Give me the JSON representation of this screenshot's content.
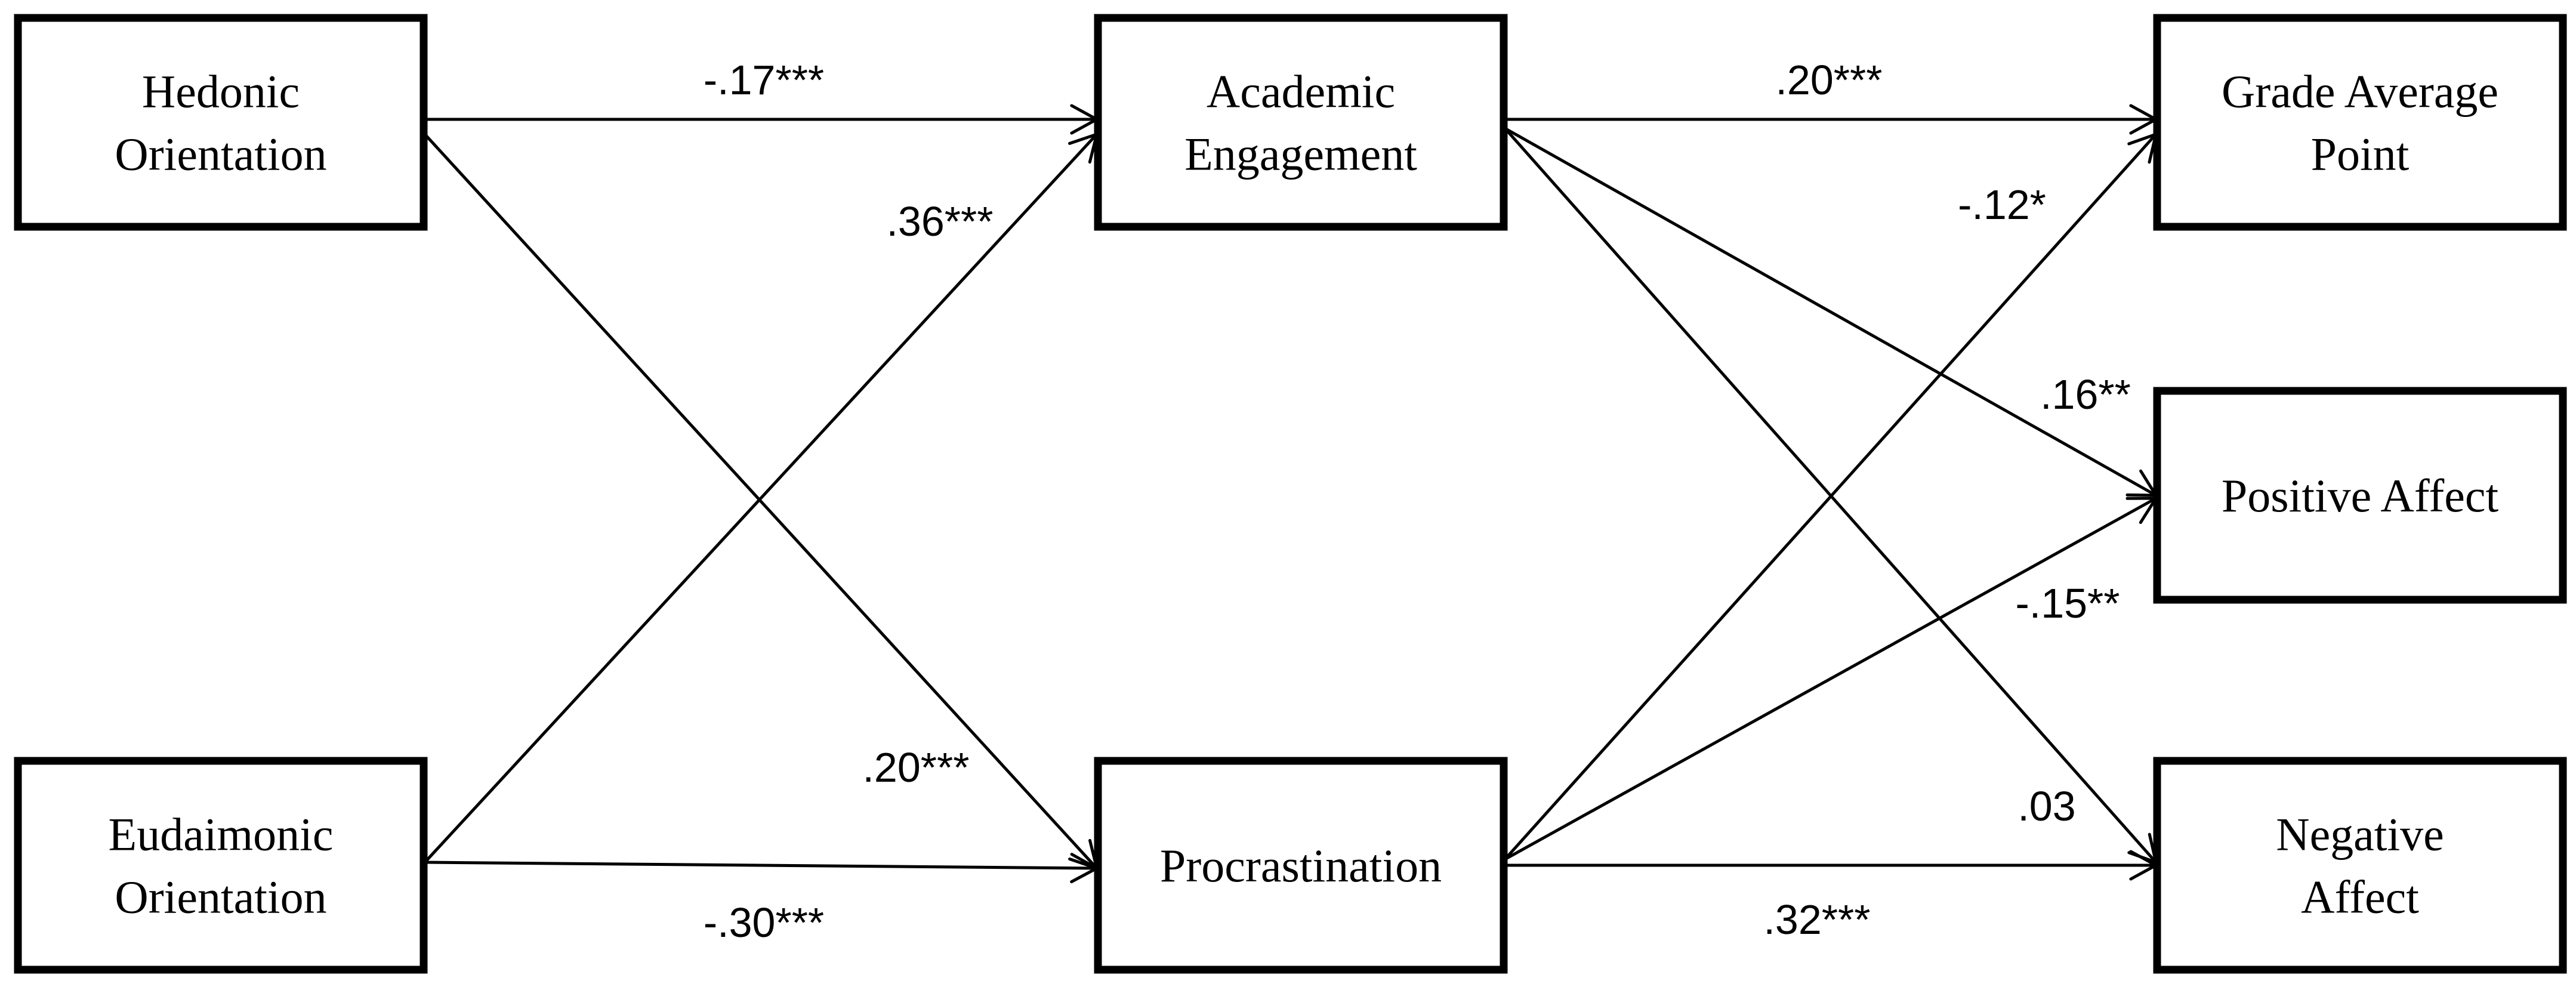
{
  "nodes": [
    {
      "id": "hedonic",
      "lines": [
        "Hedonic",
        "Orientation"
      ]
    },
    {
      "id": "eudaimonic",
      "lines": [
        "Eudaimonic",
        "Orientation"
      ]
    },
    {
      "id": "engagement",
      "lines": [
        "Academic",
        "Engagement"
      ]
    },
    {
      "id": "procrastination",
      "lines": [
        "Procrastination"
      ]
    },
    {
      "id": "gpa",
      "lines": [
        "Grade Average",
        "Point"
      ]
    },
    {
      "id": "positive",
      "lines": [
        "Positive Affect"
      ]
    },
    {
      "id": "negative",
      "lines": [
        "Negative",
        "Affect"
      ]
    }
  ],
  "paths": [
    {
      "id": "hedonic-engagement",
      "from": "hedonic",
      "to": "engagement",
      "coefficient": "-.17***"
    },
    {
      "id": "eudaimonic-engagement",
      "from": "eudaimonic",
      "to": "engagement",
      "coefficient": ".36***"
    },
    {
      "id": "hedonic-procrastination",
      "from": "hedonic",
      "to": "procrastination",
      "coefficient": ".20***"
    },
    {
      "id": "eudaimonic-procrastination",
      "from": "eudaimonic",
      "to": "procrastination",
      "coefficient": "-.30***"
    },
    {
      "id": "engagement-gpa",
      "from": "engagement",
      "to": "gpa",
      "coefficient": ".20***"
    },
    {
      "id": "procrastination-gpa",
      "from": "procrastination",
      "to": "gpa",
      "coefficient": "-.12*"
    },
    {
      "id": "engagement-positive",
      "from": "engagement",
      "to": "positive",
      "coefficient": ".16**"
    },
    {
      "id": "procrastination-positive",
      "from": "procrastination",
      "to": "positive",
      "coefficient": "-.15**"
    },
    {
      "id": "engagement-negative",
      "from": "engagement",
      "to": "negative",
      "coefficient": ".03"
    },
    {
      "id": "procrastination-negative",
      "from": "procrastination",
      "to": "negative",
      "coefficient": ".32***"
    }
  ]
}
